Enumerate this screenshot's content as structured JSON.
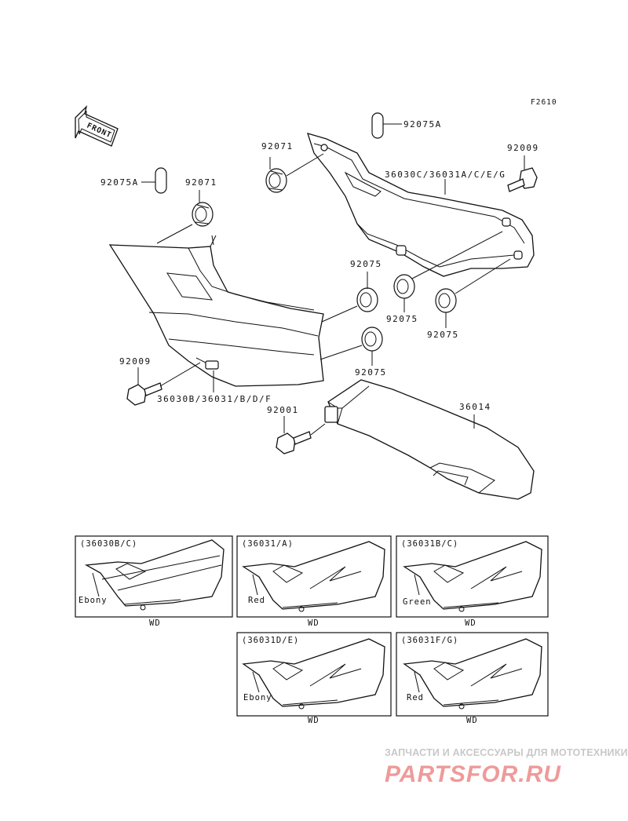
{
  "figure_code": "F2610",
  "front_arrow": "FRONT",
  "callouts": {
    "p92075A_top": "92075A",
    "p92071_top": "92071",
    "p92009_top": "92009",
    "p36030C": "36030C/36031A/C/E/G",
    "p92075A_left": "92075A",
    "p92071_left": "92071",
    "p92075_a": "92075",
    "p92075_b": "92075",
    "p92075_c": "92075",
    "p92075_d": "92075",
    "p92009_bottom": "92009",
    "p36030B": "36030B/36031/B/D/F",
    "p92001": "92001",
    "p36014": "36014"
  },
  "variants": [
    {
      "code": "(36030B/C)",
      "color": "Ebony",
      "note": "WD"
    },
    {
      "code": "(36031/A)",
      "color": "Red",
      "note": "WD"
    },
    {
      "code": "(36031B/C)",
      "color": "Green",
      "note": "WD"
    },
    {
      "code": "(36031D/E)",
      "color": "Ebony",
      "note": "WD"
    },
    {
      "code": "(36031F/G)",
      "color": "Red",
      "note": "WD"
    }
  ],
  "watermark": {
    "tagline": "ЗАПЧАСТИ И АКСЕССУАРЫ ДЛЯ МОТОТЕХНИКИ",
    "brand": "PARTSFOR.RU"
  },
  "colors": {
    "line": "#111111",
    "watermark_red": "#ef9a9a",
    "watermark_grey": "#c8c8c8"
  }
}
